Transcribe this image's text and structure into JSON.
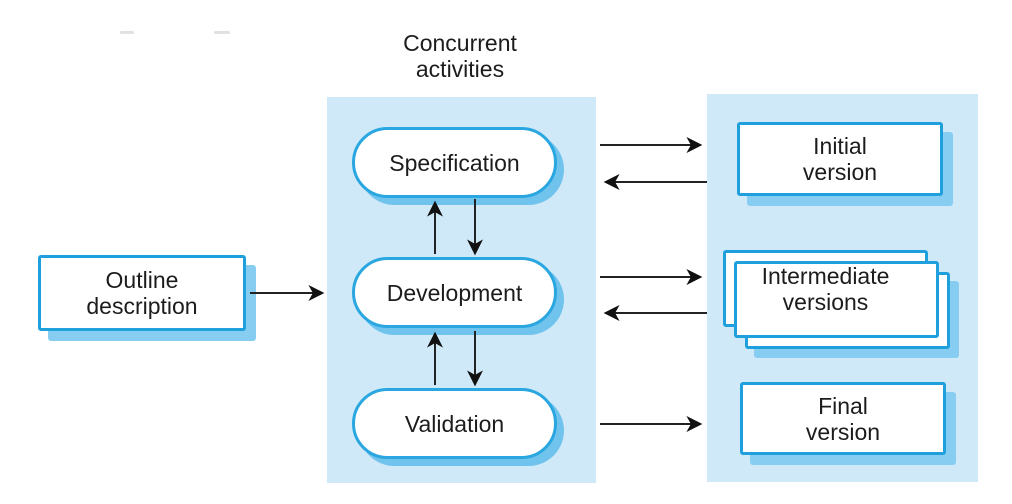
{
  "title": "Concurrent\nactivities",
  "outline_box": {
    "label": "Outline\ndescription"
  },
  "activities": [
    {
      "id": "specification",
      "label": "Specification"
    },
    {
      "id": "development",
      "label": "Development"
    },
    {
      "id": "validation",
      "label": "Validation"
    }
  ],
  "versions": [
    {
      "id": "initial",
      "label": "Initial\nversion",
      "stacked": false
    },
    {
      "id": "intermediate",
      "label": "Intermediate\nversions",
      "stacked": true
    },
    {
      "id": "final",
      "label": "Final\nversion",
      "stacked": false
    }
  ],
  "arrows": [
    {
      "from": "outline-description",
      "to": "concurrent-activities-panel",
      "direction": "right"
    },
    {
      "from": "development",
      "to": "specification",
      "direction": "up"
    },
    {
      "from": "specification",
      "to": "development",
      "direction": "down"
    },
    {
      "from": "validation",
      "to": "development",
      "direction": "up"
    },
    {
      "from": "development",
      "to": "validation",
      "direction": "down"
    },
    {
      "from": "specification",
      "to": "initial-version",
      "direction": "right"
    },
    {
      "from": "initial-version",
      "to": "specification",
      "direction": "left"
    },
    {
      "from": "development",
      "to": "intermediate-versions",
      "direction": "right"
    },
    {
      "from": "intermediate-versions",
      "to": "development",
      "direction": "left"
    },
    {
      "from": "validation",
      "to": "final-version",
      "direction": "right"
    }
  ],
  "colors": {
    "canvas_bg": "#ffffff",
    "panel_bg": "#cfe9f9",
    "box_border": "#1f9fdb",
    "pill_border": "#2aa7e0",
    "rect_shadow": "#87ccf1",
    "pill_shadow": "#70c3ec",
    "arrow": "#1c1c1c",
    "text": "#1c1c1c"
  }
}
